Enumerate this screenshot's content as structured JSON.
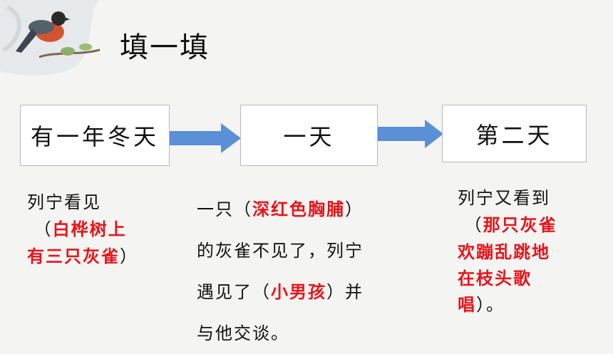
{
  "title": "填一填",
  "boxes": [
    "有一年冬天",
    "一天",
    "第二天"
  ],
  "colors": {
    "arrow": "#5b8fd6",
    "answer": "#e8141b"
  },
  "col1": {
    "line1": "列宁看见",
    "open": "（",
    "answer_a": "白桦树上",
    "answer_b": "有三只灰雀",
    "close": "）"
  },
  "col2": {
    "l1_pre": "一只（",
    "l1_answer": "深红色胸脯",
    "l1_post": "）",
    "l2": "的灰雀不见了，列宁",
    "l3_pre": "遇见了（",
    "l3_answer": "小男孩",
    "l3_post": "）并",
    "l4": "与他交谈。"
  },
  "col3": {
    "line1": "列宁又看到",
    "open": "（",
    "answer_a": "那只灰雀",
    "answer_b": "欢蹦乱跳地",
    "answer_c": "在枝头歌",
    "answer_d": "唱",
    "close": "）。"
  }
}
